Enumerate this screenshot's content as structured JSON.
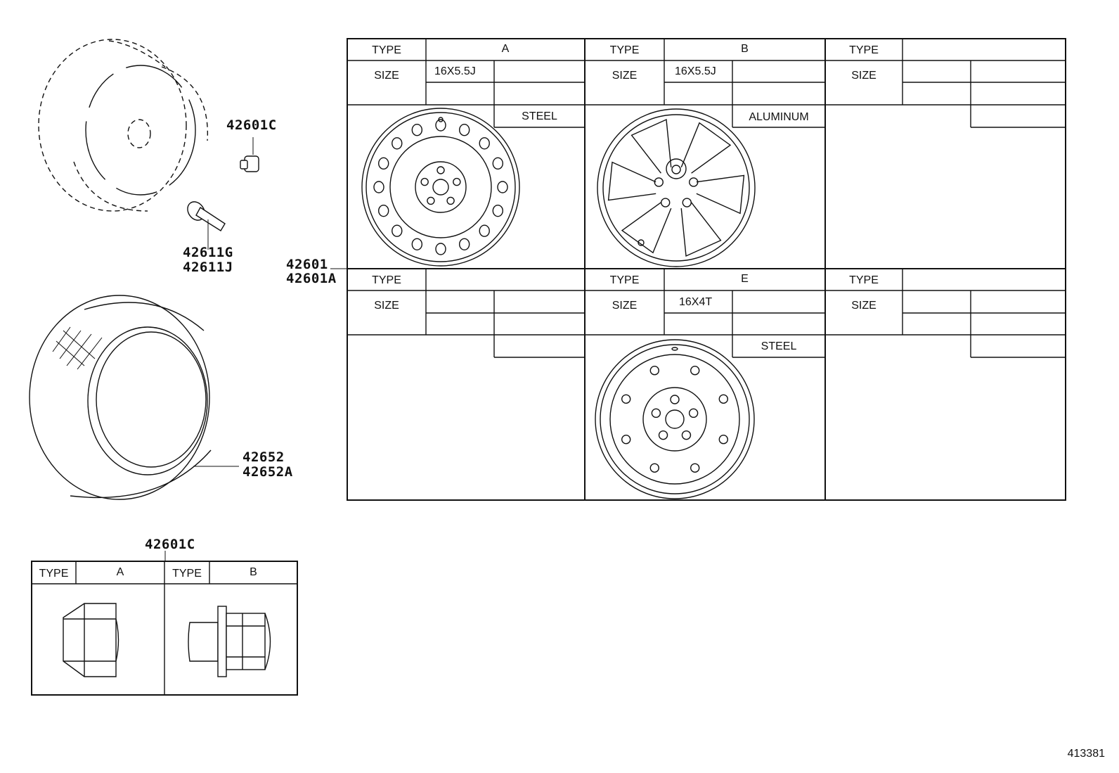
{
  "figure_id": "413381",
  "parts": {
    "lug_nut_label": "42601C",
    "valve_label_1": "42611G",
    "valve_label_2": "42611J",
    "wheel_label_1": "42601",
    "wheel_label_2": "42601A",
    "tire_label_1": "42652",
    "tire_label_2": "42652A",
    "nut_table_label": "42601C"
  },
  "wheel_table": {
    "type_label": "TYPE",
    "size_label": "SIZE",
    "cells": [
      {
        "type": "A",
        "size": "16X5.5J",
        "material": "STEEL"
      },
      {
        "type": "B",
        "size": "16X5.5J",
        "material": "ALUMINUM"
      },
      {
        "type": "",
        "size": "",
        "material": ""
      },
      {
        "type": "",
        "size": "",
        "material": ""
      },
      {
        "type": "E",
        "size": "16X4T",
        "material": "STEEL"
      },
      {
        "type": "",
        "size": "",
        "material": ""
      }
    ]
  },
  "nut_table": {
    "type_label": "TYPE",
    "types": [
      "A",
      "B"
    ]
  }
}
